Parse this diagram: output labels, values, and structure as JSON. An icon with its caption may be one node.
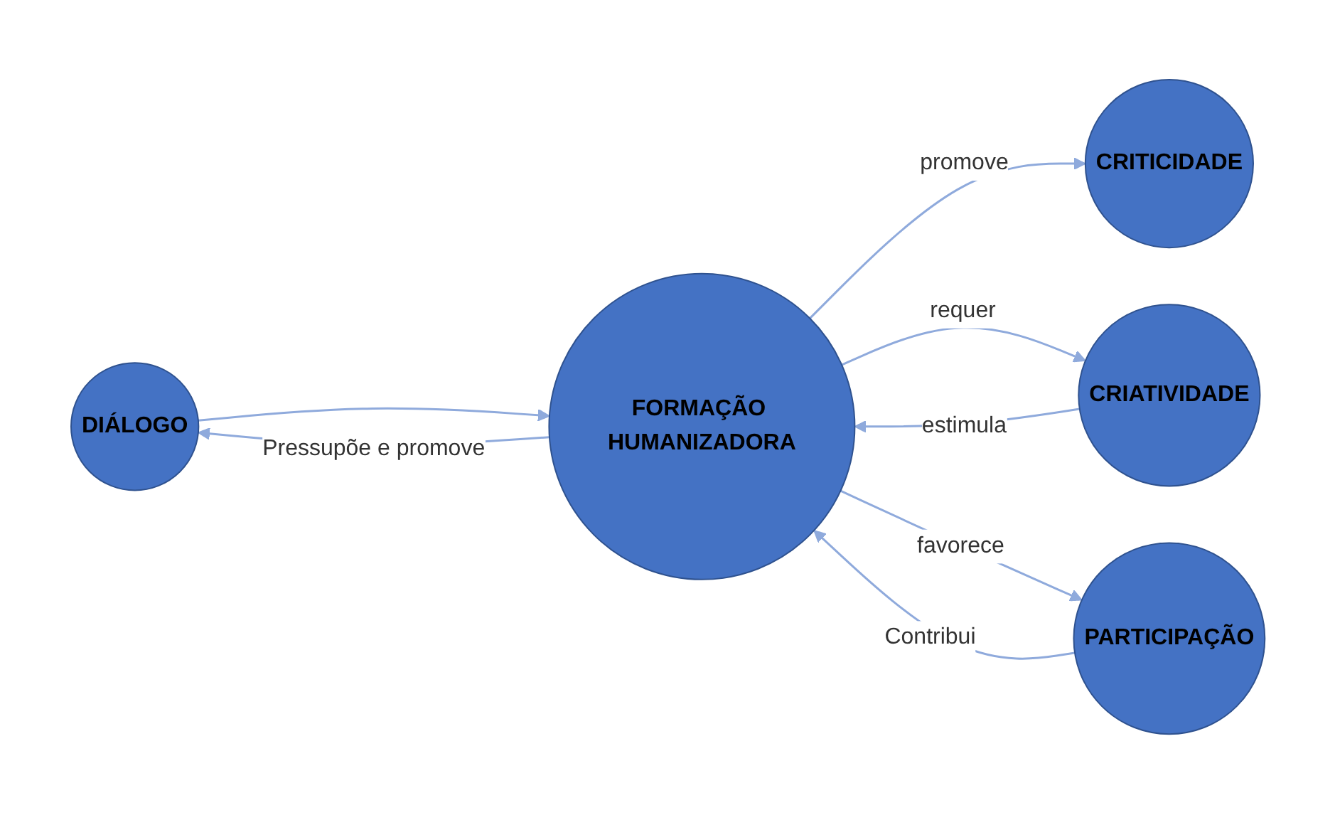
{
  "diagram": {
    "nodes": [
      {
        "text": [
          "CRITICIDADE"
        ]
      },
      {
        "text": [
          "DIÁLOGO"
        ]
      },
      {
        "text": [
          "FORMAÇÃO HUMANIZADORA"
        ]
      },
      {
        "text": [
          "CRIATIVIDADE"
        ]
      },
      {
        "text": [
          "PARTICIPAÇÃO"
        ]
      }
    ],
    "edges": [
      {
        "from": 2,
        "to": 0,
        "arrow": "to",
        "label": "promove"
      },
      {
        "from": 1,
        "to": 2,
        "arrow": "to"
      },
      {
        "from": 2,
        "to": 1,
        "arrow": "to",
        "label": "Pressupõe e promove"
      },
      {
        "from": 3,
        "to": 2,
        "arrow": "to",
        "label": "estimula"
      },
      {
        "from": 2,
        "to": 3,
        "arrow": "to",
        "label": "requer"
      },
      {
        "from": 2,
        "to": 4,
        "arrow": "to",
        "label": "favorece"
      },
      {
        "from": 4,
        "to": 2,
        "arrow": "to",
        "label": "Contribui"
      }
    ]
  }
}
